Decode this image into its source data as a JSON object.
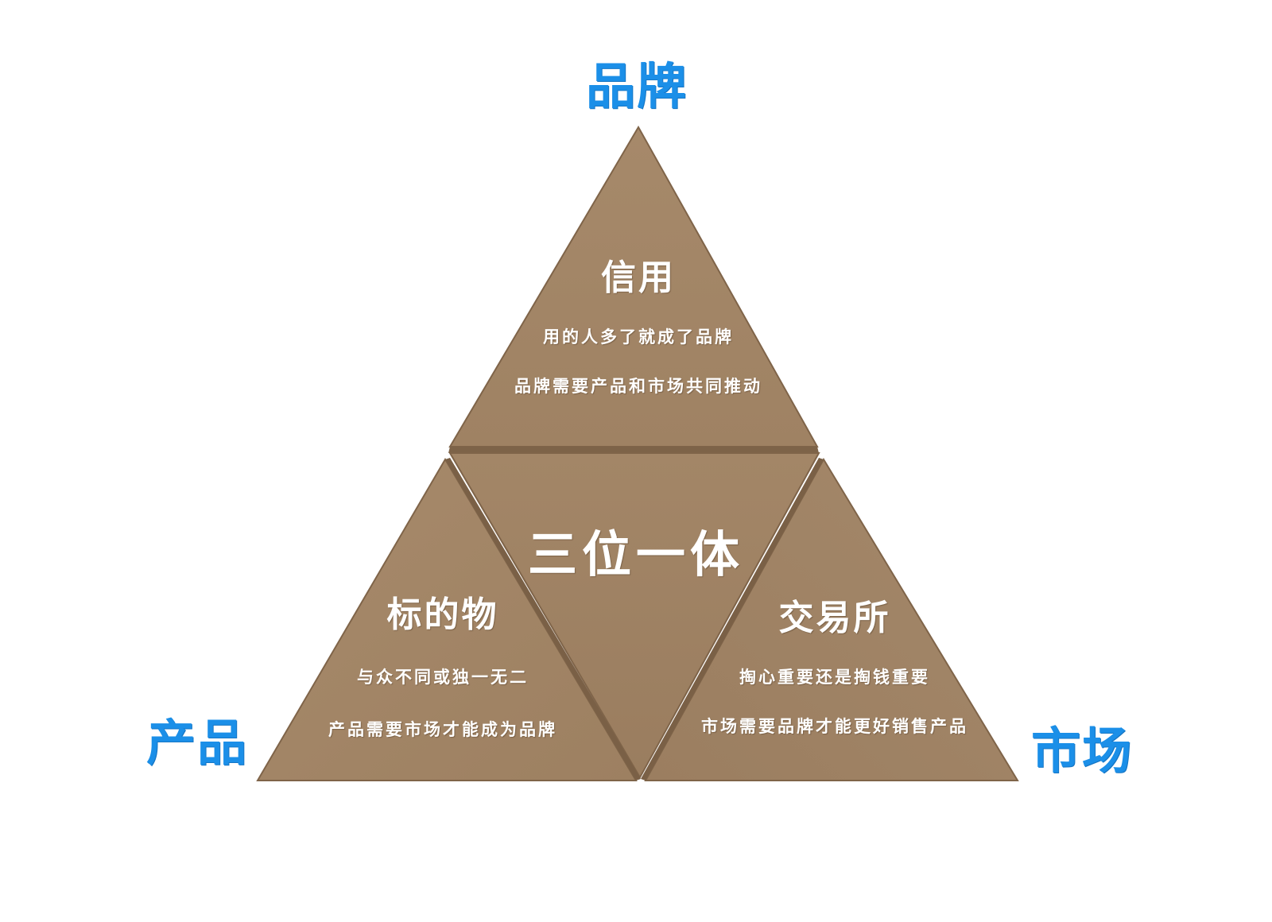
{
  "corners": {
    "top": "品牌",
    "left": "产品",
    "right": "市场"
  },
  "top_triangle": {
    "title": "信用",
    "line1": "用的人多了就成了品牌",
    "line2": "品牌需要产品和市场共同推动"
  },
  "center_triangle": {
    "title": "三位一体"
  },
  "left_triangle": {
    "title": "标的物",
    "line1": "与众不同或独一无二",
    "line2": "产品需要市场才能成为品牌"
  },
  "right_triangle": {
    "title": "交易所",
    "line1": "掏心重要还是掏钱重要",
    "line2": "市场需要品牌才能更好销售产品"
  },
  "colors": {
    "label_blue": "#1b8fe8",
    "kraft": "#a88c6c",
    "kraft_dark": "#8f7457",
    "text_white": "#ffffff"
  }
}
